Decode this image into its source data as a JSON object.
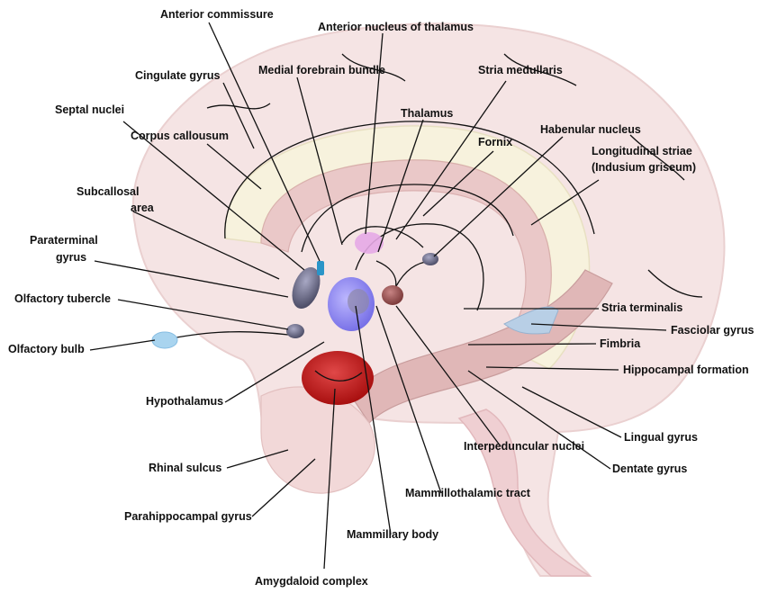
{
  "colors": {
    "brain": "#f5e4e4",
    "brain_edge": "#ead0d0",
    "blue_tract": "#a9d4ef",
    "cream": "#f7f2dd",
    "pink_structure": "#e9c6c6",
    "red": "#cc1f1f",
    "violet": "#8c84f0",
    "grey_violet": "#7a7a9a",
    "magenta": "#e6a9e6",
    "lines": "#111111"
  },
  "labels": {
    "anterior_commissure": "Anterior commissure",
    "anterior_nucleus_of_thalamus": "Anterior nucleus of thalamus",
    "cingulate_gyrus": "Cingulate gyrus",
    "medial_forebrain_bundle": "Medial forebrain bundle",
    "stria_medullaris": "Stria medullaris",
    "septal_nuclei": "Septal nuclei",
    "thalamus": "Thalamus",
    "habenular_nucleus": "Habenular nucleus",
    "corpus_callousum": "Corpus callousum",
    "fornix": "Fornix",
    "longitudinal_striae_1": "Longitudinal striae",
    "longitudinal_striae_2": "(Indusium griseum)",
    "subcallosal_area_1": "Subcallosal",
    "subcallosal_area_2": "area",
    "paraterminal_gyrus_1": "Paraterminal",
    "paraterminal_gyrus_2": "gyrus",
    "olfactory_tubercle": "Olfactory tubercle",
    "stria_terminalis": "Stria terminalis",
    "fasciolar_gyrus": "Fasciolar gyrus",
    "olfactory_bulb": "Olfactory bulb",
    "fimbria": "Fimbria",
    "hippocampal_formation": "Hippocampal formation",
    "hypothalamus": "Hypothalamus",
    "lingual_gyrus": "Lingual gyrus",
    "interpeduncular_nuclei": "Interpeduncular nuclei",
    "dentate_gyrus": "Dentate gyrus",
    "rhinal_sulcus": "Rhinal sulcus",
    "mammillothalamic_tract": "Mammillothalamic tract",
    "parahippocampal_gyrus": "Parahippocampal gyrus",
    "mammillary_body": "Mammillary body",
    "amygdaloid_complex": "Amygdaloid complex"
  }
}
